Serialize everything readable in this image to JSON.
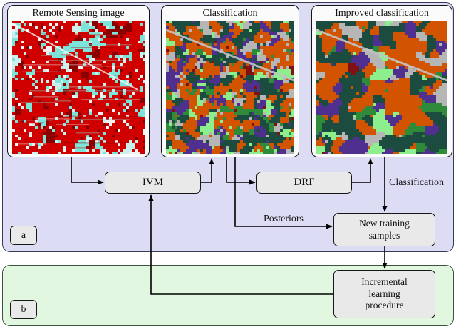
{
  "diagram": {
    "panels": [
      {
        "title": "Remote Sensing image"
      },
      {
        "title": "Classification"
      },
      {
        "title": "Improved classification"
      }
    ],
    "nodes": {
      "ivm": "IVM",
      "drf": "DRF",
      "nts_line1": "New training",
      "nts_line2": "samples",
      "ilp_line1": "Incremental",
      "ilp_line2": "learning",
      "ilp_line3": "procedure"
    },
    "edge_labels": {
      "posteriors": "Posteriors",
      "classification": "Classification"
    },
    "section_a_label": "a",
    "section_b_label": "b",
    "colors": {
      "section_a_bg": "#dcdcf4",
      "section_b_bg": "#e2f7e0",
      "panel_bg": "#fbfbfb",
      "node_fill": "#e9e9e9",
      "line_stroke": "#000000"
    },
    "images": {
      "remote_sensing": {
        "seed": 7,
        "cell": 4,
        "smooth": 2,
        "noise": 0.16,
        "streaks": 34,
        "palette": [
          "#d10000",
          "#8a0000",
          "#7de4da",
          "#c9f0ec",
          "#f2f2f2"
        ],
        "weights": [
          0.42,
          0.16,
          0.2,
          0.12,
          0.1
        ],
        "road": {
          "color": "rgba(255,255,255,0.75)",
          "from": [
            0,
            0.02
          ],
          "to": [
            0.95,
            0.52
          ],
          "width": 2
        }
      },
      "classification": {
        "seed": 11,
        "cell": 4,
        "smooth": 2,
        "noise": 0.1,
        "streaks": 0,
        "palette": [
          "#d25400",
          "#50308f",
          "#1c4b40",
          "#b6b6b6",
          "#8cee8c",
          "#2f8b3a",
          "#7e1212"
        ],
        "weights": [
          0.2,
          0.16,
          0.2,
          0.15,
          0.14,
          0.1,
          0.05
        ],
        "road": {
          "color": "rgba(195,195,195,0.9)",
          "from": [
            0,
            0.07
          ],
          "to": [
            1,
            0.45
          ],
          "width": 3
        }
      },
      "improved": {
        "seed": 11,
        "cell": 4,
        "smooth": 5,
        "noise": 0.015,
        "streaks": 0,
        "palette": [
          "#d25400",
          "#50308f",
          "#1c4b40",
          "#b6b6b6",
          "#8cee8c",
          "#2f8b3a",
          "#7e1212"
        ],
        "weights": [
          0.2,
          0.16,
          0.2,
          0.15,
          0.14,
          0.1,
          0.05
        ],
        "road": {
          "color": "rgba(195,195,195,0.9)",
          "from": [
            0,
            0.07
          ],
          "to": [
            1,
            0.45
          ],
          "width": 3
        }
      }
    }
  }
}
